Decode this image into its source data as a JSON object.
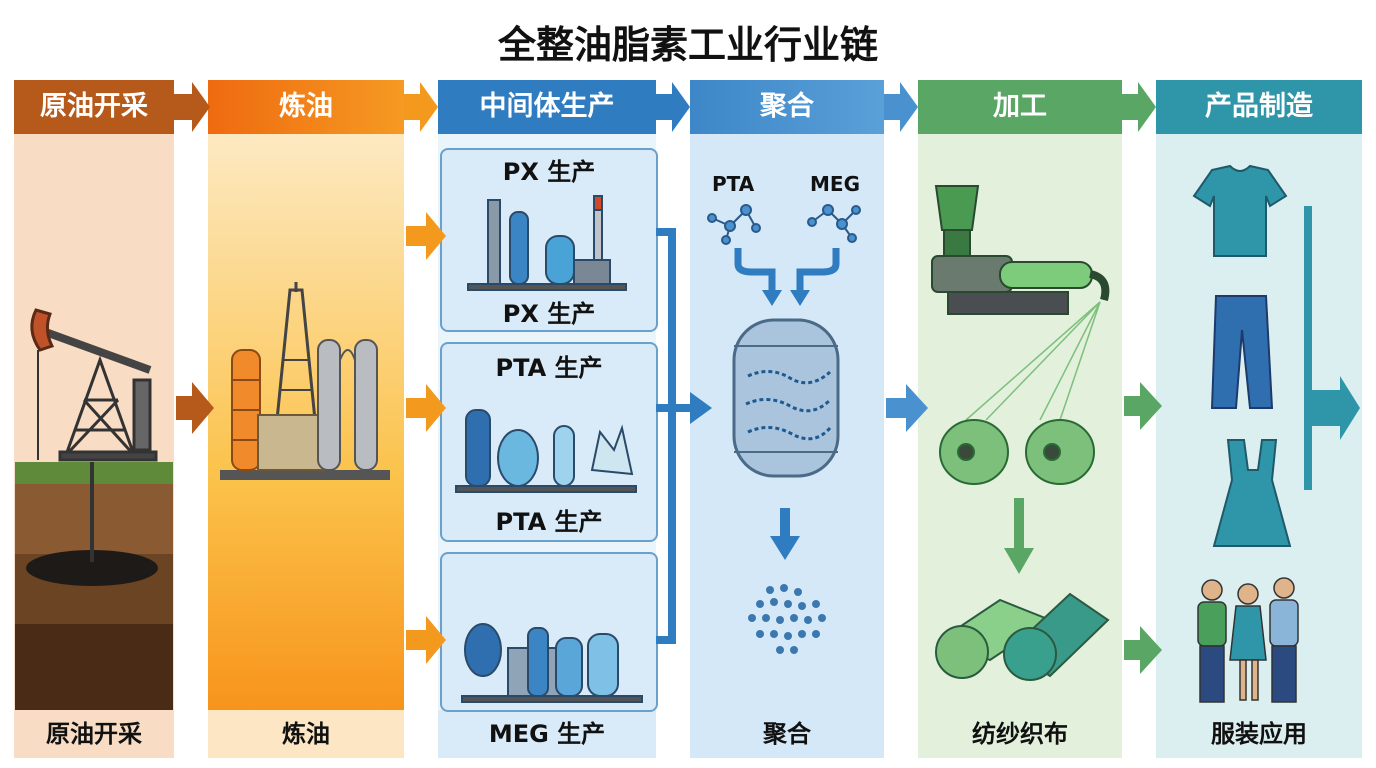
{
  "title": "全整油脂素工业行业链",
  "stages": [
    {
      "head": "原油开采",
      "foot": "原油开采",
      "color": "#b65a1c"
    },
    {
      "head": "炼油",
      "foot": "炼油",
      "color": "#ee7a16"
    },
    {
      "head": "中间体生产",
      "foot": "MEG 生产",
      "color": "#2f7cc0"
    },
    {
      "head": "聚合",
      "foot": "聚合",
      "color": "#4a92cf"
    },
    {
      "head": "加工",
      "foot": "纺纱织布",
      "color": "#5aa664"
    },
    {
      "head": "产品制造",
      "foot": "服装应用",
      "color": "#2f95a8"
    }
  ],
  "intermediates": {
    "px_top": "PX 生产",
    "px_bottom": "PX 生产",
    "pta_top": "PTA 生产",
    "pta_bottom": "PTA 生产"
  },
  "molecules": {
    "a": "PTA",
    "b": "MEG"
  },
  "colors": {
    "arrow_brown": "#b65a1c",
    "arrow_orange": "#f39a1e",
    "arrow_blue": "#2f7cc0",
    "arrow_green": "#5aa664",
    "arrow_teal": "#2f95a8"
  }
}
